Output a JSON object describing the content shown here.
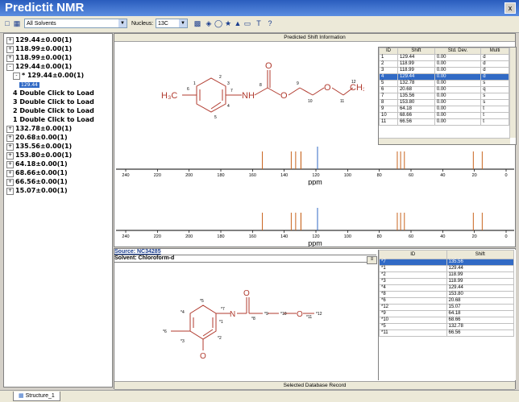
{
  "window": {
    "title": "Predictit NMR",
    "close": "x"
  },
  "toolbar": {
    "solvents": "All Solvents",
    "nucleus_label": "Nucleus:",
    "nucleus_value": "13C"
  },
  "tree": {
    "items": [
      {
        "label": "129.44±0.00(1)",
        "exp": "+"
      },
      {
        "label": "118.99±0.00(1)",
        "exp": "+"
      },
      {
        "label": "118.99±0.00(1)",
        "exp": "+"
      },
      {
        "label": "129.44±0.00(1)",
        "exp": "-"
      },
      {
        "label": "* 129.44±0.00(1)",
        "exp": "-"
      },
      {
        "label": "129.44",
        "exp": ""
      },
      {
        "label": "4 Double Click to Load",
        "exp": ""
      },
      {
        "label": "3 Double Click to Load",
        "exp": ""
      },
      {
        "label": "2 Double Click to Load",
        "exp": ""
      },
      {
        "label": "1 Double Click to Load",
        "exp": ""
      },
      {
        "label": "132.78±0.00(1)",
        "exp": "+"
      },
      {
        "label": "20.68±0.00(1)",
        "exp": "+"
      },
      {
        "label": "135.56±0.00(1)",
        "exp": "+"
      },
      {
        "label": "153.80±0.00(1)",
        "exp": "+"
      },
      {
        "label": "64.18±0.00(1)",
        "exp": "+"
      },
      {
        "label": "68.66±0.00(1)",
        "exp": "+"
      },
      {
        "label": "66.56±0.00(1)",
        "exp": "+"
      },
      {
        "label": "15.07±0.00(1)",
        "exp": "+"
      }
    ]
  },
  "predicted": {
    "header": "Predicted Shift Information",
    "columns": [
      "ID",
      "Shift",
      "Std. Dev.",
      "Multi"
    ],
    "rows": [
      [
        "1",
        "129.44",
        "0.00",
        "d"
      ],
      [
        "2",
        "118.99",
        "0.00",
        "d"
      ],
      [
        "3",
        "118.99",
        "0.00",
        "d"
      ],
      [
        "4",
        "129.44",
        "0.00",
        "d"
      ],
      [
        "5",
        "132.78",
        "0.00",
        "s"
      ],
      [
        "6",
        "20.68",
        "0.00",
        "q"
      ],
      [
        "7",
        "135.56",
        "0.00",
        "s"
      ],
      [
        "8",
        "153.80",
        "0.00",
        "s"
      ],
      [
        "9",
        "64.18",
        "0.00",
        "t"
      ],
      [
        "10",
        "68.66",
        "0.00",
        "t"
      ],
      [
        "11",
        "66.56",
        "0.00",
        "t"
      ]
    ],
    "selected_row": 3
  },
  "molecule_top": {
    "h3c": "H₃C",
    "nh": "NH",
    "o": "O",
    "ch3": "CH₃",
    "numbers": [
      "6",
      "1",
      "2",
      "3",
      "4",
      "5",
      "7",
      "8",
      "9",
      "10",
      "11",
      "12"
    ]
  },
  "spectrum": {
    "ticks": [
      "240",
      "220",
      "200",
      "180",
      "160",
      "140",
      "120",
      "100",
      "80",
      "60",
      "40",
      "20",
      "0"
    ],
    "xlabel": "ppm",
    "peaks": [
      153.8,
      135.56,
      132.78,
      129.44,
      129.44,
      118.99,
      118.99,
      68.66,
      66.56,
      64.18,
      20.68,
      15.07
    ],
    "cursor": 118.99
  },
  "database": {
    "source": "Source: NC34285",
    "solvent": "Solvent: Chloroform-d",
    "footer": "Selected Database Record",
    "columns": [
      "ID",
      "Shift"
    ],
    "rows": [
      [
        "*7",
        "135.56"
      ],
      [
        "*1",
        "129.44"
      ],
      [
        "*2",
        "118.99"
      ],
      [
        "*3",
        "118.99"
      ],
      [
        "*4",
        "129.44"
      ],
      [
        "*8",
        "153.80"
      ],
      [
        "*6",
        "20.68"
      ],
      [
        "*12",
        "15.07"
      ],
      [
        "*9",
        "64.18"
      ],
      [
        "*10",
        "68.66"
      ],
      [
        "*5",
        "132.78"
      ],
      [
        "*11",
        "66.56"
      ]
    ],
    "selected_row": 0,
    "mol_labels": [
      "*5",
      "*4",
      "*7",
      "N",
      "O",
      "*8",
      "*9",
      "*10",
      "*11",
      "*12",
      "*6",
      "*3",
      "*2",
      "*1",
      "O"
    ]
  },
  "status": {
    "tab": "Structure_1"
  },
  "colors": {
    "accent": "#316ac5",
    "spectrum": "#c8641e",
    "structure": "#c0392b"
  }
}
